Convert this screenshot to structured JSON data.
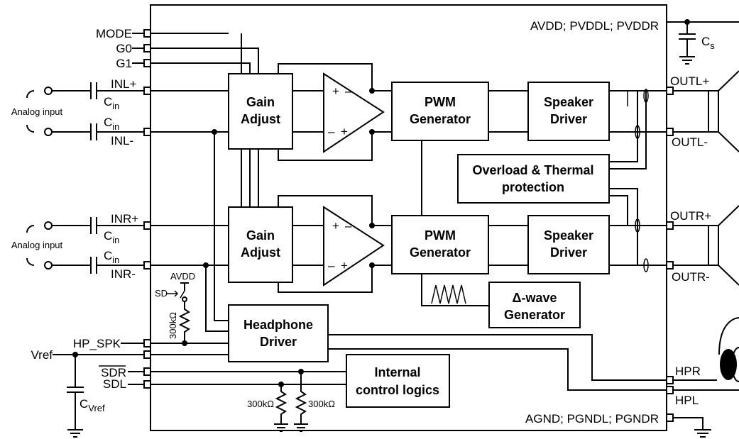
{
  "supply": {
    "top": "AVDD; PVDDL; PVDDR",
    "bottom": "AGND; PGNDL; PGNDR"
  },
  "inputs": {
    "mode": "MODE",
    "g0": "G0",
    "g1": "G1",
    "inl_plus": "INL+",
    "inl_minus": "INL-",
    "inr_plus": "INR+",
    "inr_minus": "INR-",
    "hp_spk": "HP_SPK",
    "sdr": "SDR",
    "sdl": "SDL",
    "vref": "Vref",
    "avdd": "AVDD",
    "sd": "SD"
  },
  "analog_input_label": "Analog input",
  "caps": {
    "cin": "C",
    "cin_sub": "in",
    "cs": "C",
    "cs_sub": "s",
    "cvref": "C",
    "cvref_sub": "Vref"
  },
  "resistor": "300kΩ",
  "blocks": {
    "gain_line1": "Gain",
    "gain_line2": "Adjust",
    "pwm_line1": "PWM",
    "pwm_line2": "Generator",
    "spk_line1": "Speaker",
    "spk_line2": "Driver",
    "ovl_line1": "Overload & Thermal",
    "ovl_line2": "protection",
    "tri_line1": "Δ-wave",
    "tri_line2": "Generator",
    "hp_line1": "Headphone",
    "hp_line2": "Driver",
    "icl_line1": "Internal",
    "icl_line2": "control logics"
  },
  "outputs": {
    "outl_plus": "OUTL+",
    "outl_minus": "OUTL-",
    "outr_plus": "OUTR+",
    "outr_minus": "OUTR-",
    "hpr": "HPR",
    "hpl": "HPL"
  },
  "opamp": {
    "plus": "+",
    "minus": "–"
  }
}
